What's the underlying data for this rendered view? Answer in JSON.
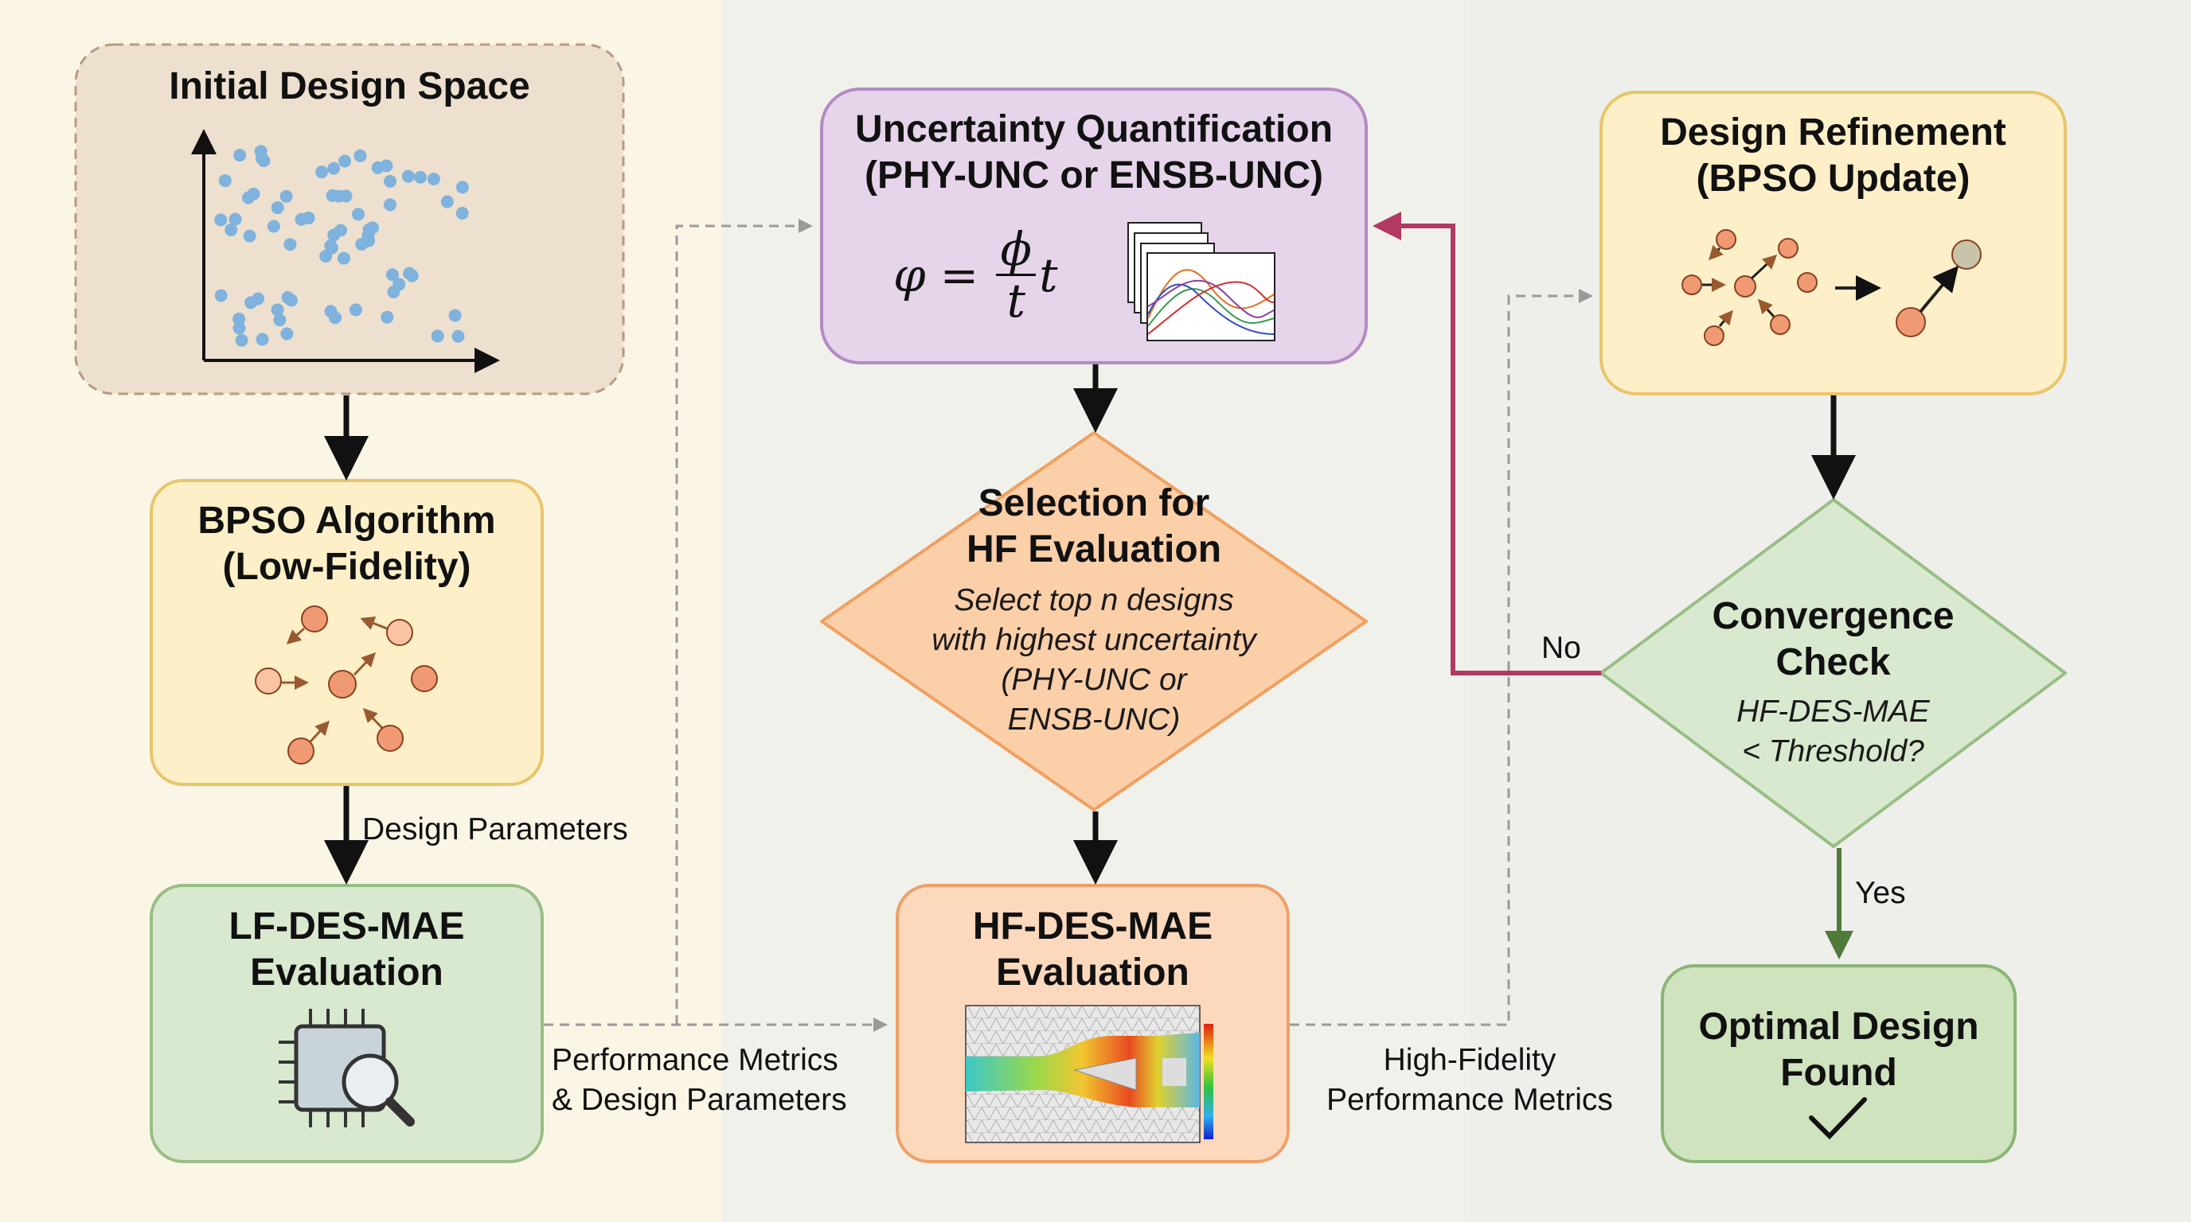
{
  "colors": {
    "col1_bg": "#fbf5e6",
    "col2_bg": "#f1f1ec",
    "col3_bg": "#eeeeea",
    "arrow_main": "#111111",
    "arrow_dashed": "#9a9a9a",
    "arrow_no": "#b03a62",
    "arrow_yes": "#4f7a3a",
    "scatter_dot": "#7fb2dc",
    "particle": "#ef9a73"
  },
  "initial_design_space": {
    "title": "Initial Design Space"
  },
  "bpso": {
    "title_line1": "BPSO Algorithm",
    "title_line2": "(Low-Fidelity)"
  },
  "lf_eval": {
    "title_line1": "LF-DES-MAE",
    "title_line2": "Evaluation",
    "icon": "chip-magnifier-icon"
  },
  "uq": {
    "title_line1": "Uncertainty Quantification",
    "title_line2": "(PHY-UNC or ENSB-UNC)",
    "equation": {
      "lhs": "φ",
      "eq": "=",
      "num": "ϕ",
      "den": "t",
      "tail": "t"
    },
    "icon": "stacked-charts-icon"
  },
  "selection": {
    "title_line1": "Selection for",
    "title_line2": "HF Evaluation",
    "desc": [
      "Select top n designs",
      "with highest uncertainty",
      "(PHY-UNC or",
      "ENSB-UNC)"
    ]
  },
  "hf_eval": {
    "title_line1": "HF-DES-MAE",
    "title_line2": "Evaluation",
    "image": "cfd-flow-field"
  },
  "refinement": {
    "title_line1": "Design Refinement",
    "title_line2": "(BPSO Update)"
  },
  "convergence": {
    "title_line1": "Convergence",
    "title_line2": "Check",
    "desc": [
      "HF-DES-MAE",
      "< Threshold?"
    ]
  },
  "optimal": {
    "title_line1": "Optimal Design",
    "title_line2": "Found",
    "icon": "checkmark-icon"
  },
  "labels": {
    "design_parameters": "Design Parameters",
    "perf_metrics_1": "Performance Metrics",
    "perf_metrics_2": "& Design Parameters",
    "hf_metrics_1": "High-Fidelity",
    "hf_metrics_2": "Performance Metrics",
    "no": "No",
    "yes": "Yes"
  }
}
